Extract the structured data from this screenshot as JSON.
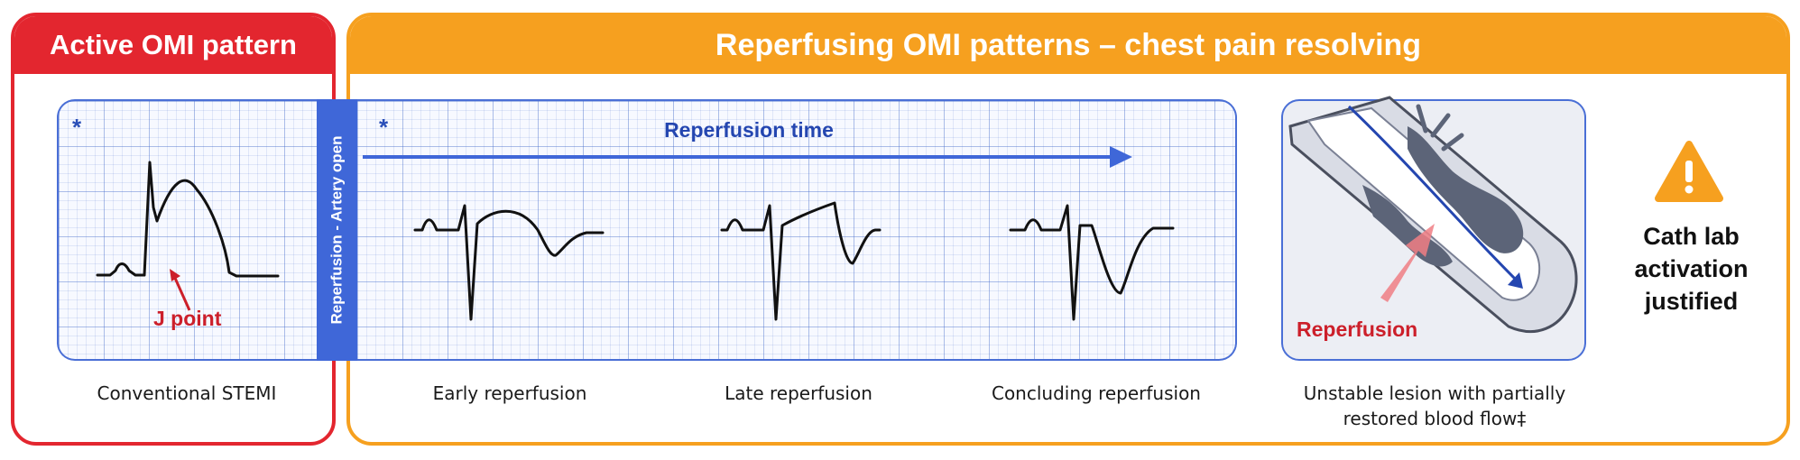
{
  "active_panel": {
    "title": "Active OMI pattern",
    "asterisk": "*",
    "j_point_label": "J point",
    "caption": "Conventional STEMI"
  },
  "reperfusing_panel": {
    "title": "Reperfusing OMI patterns – chest pain resolving",
    "divider_label": "Reperfusion - Artery open",
    "asterisk": "*",
    "arrow_label": "Reperfusion time",
    "captions": [
      "Early reperfusion",
      "Late reperfusion",
      "Concluding reperfusion"
    ],
    "vessel_label": "Reperfusion",
    "vessel_caption_line1": "Unstable lesion with partially",
    "vessel_caption_line2": "restored blood flow‡",
    "warning_icon": "warning-triangle-icon",
    "activation_line1": "Cath lab",
    "activation_line2": "activation",
    "activation_line3": "justified"
  },
  "colors": {
    "active_red": "#e3262f",
    "reperfusing_orange": "#f6a01f",
    "grid_blue": "#4a6fd6",
    "arrow_blue": "#3f67d8",
    "label_blue": "#2446b0",
    "vessel_gray": "#5c6478",
    "reperfusion_pink": "#f07e84"
  }
}
